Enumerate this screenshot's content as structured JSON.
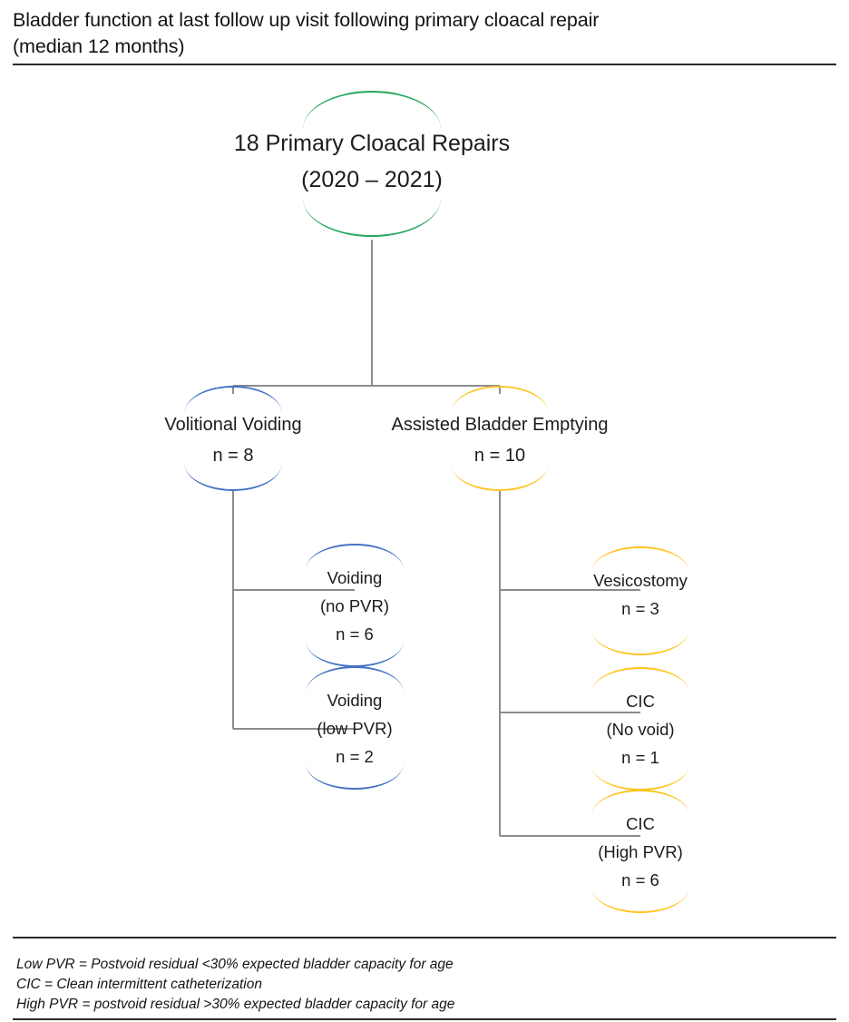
{
  "header": {
    "title_line1": "Bladder function at last follow up visit following primary cloacal repair",
    "title_line2": "(median 12 months)"
  },
  "colors": {
    "green": "#22A75B",
    "blue": "#4472C4",
    "yellow": "#FFC423",
    "connector": "#8C8C8C",
    "rule": "#2B2B2B",
    "text": "#1C1C1C"
  },
  "chart_data": {
    "type": "diagram",
    "title": "Bladder function at last follow up visit following primary cloacal repair (median 12 months)",
    "root": {
      "total": 18,
      "label": "18 Primary Cloacal Repairs",
      "period": "(2020 – 2021)"
    },
    "nodes": [
      {
        "id": "root",
        "label": "18 Primary Cloacal Repairs",
        "sublabel": "(2020 – 2021)",
        "n": 18,
        "color": "green",
        "level": 0
      },
      {
        "id": "volitional",
        "label": "Volitional Voiding",
        "n": 8,
        "color": "blue",
        "level": 1
      },
      {
        "id": "assisted",
        "label": "Assisted Bladder Emptying",
        "n": 10,
        "color": "yellow",
        "level": 1
      },
      {
        "id": "voiding-nopvr",
        "label": "Voiding (no PVR)",
        "n": 6,
        "color": "blue",
        "level": 2,
        "parent": "volitional"
      },
      {
        "id": "voiding-lowpvr",
        "label": "Voiding (low PVR)",
        "n": 2,
        "color": "blue",
        "level": 2,
        "parent": "volitional"
      },
      {
        "id": "vesicostomy",
        "label": "Vesicostomy",
        "n": 3,
        "color": "yellow",
        "level": 2,
        "parent": "assisted"
      },
      {
        "id": "cic-novoid",
        "label": "CIC (No void)",
        "n": 1,
        "color": "yellow",
        "level": 2,
        "parent": "assisted"
      },
      {
        "id": "cic-highpvr",
        "label": "CIC (High PVR)",
        "n": 6,
        "color": "yellow",
        "level": 2,
        "parent": "assisted"
      }
    ]
  },
  "diagram": {
    "root": {
      "line1": "18 Primary Cloacal Repairs",
      "line2": "(2020 – 2021)"
    },
    "volitional": {
      "line1": "Volitional Voiding",
      "line2": "n = 8"
    },
    "assisted": {
      "line1": "Assisted Bladder Emptying",
      "line2": "n = 10"
    },
    "voiding_nopvr": {
      "line1": "Voiding",
      "line2": "(no PVR)",
      "line3": "n = 6"
    },
    "voiding_lowpvr": {
      "line1": "Voiding",
      "line2": "(low PVR)",
      "line3": "n = 2"
    },
    "vesicostomy": {
      "line1": "Vesicostomy",
      "line2": "n = 3"
    },
    "cic_novoid": {
      "line1": "CIC",
      "line2": "(No void)",
      "line3": "n = 1"
    },
    "cic_highpvr": {
      "line1": "CIC",
      "line2": "(High PVR)",
      "line3": "n = 6"
    }
  },
  "footnotes": {
    "line1": "Low PVR = Postvoid residual <30% expected bladder capacity for age",
    "line2": "CIC = Clean intermittent catheterization",
    "line3": "High PVR = postvoid residual >30% expected bladder capacity for age"
  }
}
